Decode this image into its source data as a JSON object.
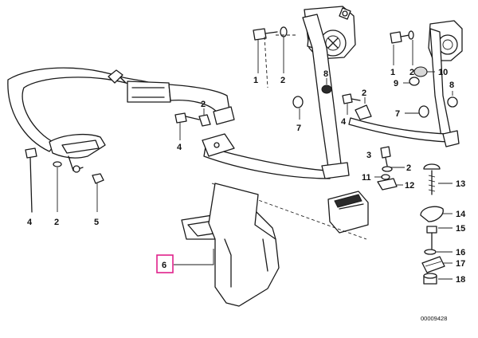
{
  "diagram": {
    "callouts": {
      "c1": "1",
      "c2a": "2",
      "c8a": "8",
      "c7a": "7",
      "c1b": "1",
      "c2b": "2",
      "c10": "10",
      "c9": "9",
      "c8b": "8",
      "c7b": "7",
      "c2c": "2",
      "c4a": "4",
      "c4b": "4",
      "c4c": "4",
      "c2d": "2",
      "c5": "5",
      "c3": "3",
      "c2e": "2",
      "c11": "11",
      "c12": "12",
      "c13": "13",
      "c14": "14",
      "c15": "15",
      "c16": "16",
      "c17": "17",
      "c18": "18",
      "c6": "6"
    },
    "part_code": "00009428",
    "highlight_color": "#e0218a"
  }
}
